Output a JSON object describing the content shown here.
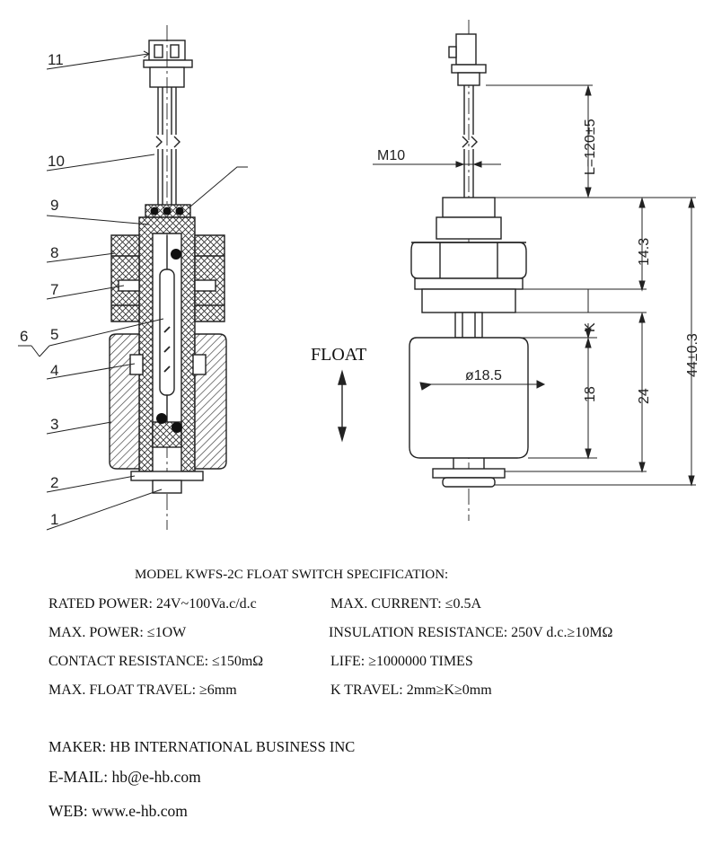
{
  "diagram": {
    "part_numbers": [
      "1",
      "2",
      "3",
      "4",
      "5",
      "6",
      "7",
      "8",
      "9",
      "10",
      "11"
    ],
    "dimensions": {
      "cable_length": "L=120±5",
      "thread": "M10",
      "nut_height": "14.3",
      "overall_height": "44±0.3",
      "k_label": "K",
      "float_diameter": "ø18.5",
      "float_height": "18",
      "float_travel_height": "24"
    },
    "float_label": "FLOAT"
  },
  "spec": {
    "title": "MODEL KWFS-2C FLOAT SWITCH  SPECIFICATION:",
    "rated_power": "RATED POWER: 24V~100Va.c/d.c",
    "max_current": "MAX. CURRENT: ≤0.5A",
    "max_power": "MAX. POWER: ≤1OW",
    "insulation": "INSULATION RESISTANCE: 250V d.c.≥10MΩ",
    "contact_resistance": "CONTACT RESISTANCE: ≤150mΩ",
    "life": "LIFE: ≥1000000 TIMES",
    "float_travel": "MAX. FLOAT TRAVEL: ≥6mm",
    "k_travel": "K TRAVEL: 2mm≥K≥0mm"
  },
  "contact": {
    "maker": "MAKER: HB INTERNATIONAL BUSINESS INC",
    "email": "E-MAIL: hb@e-hb.com",
    "web": "WEB: www.e-hb.com"
  }
}
